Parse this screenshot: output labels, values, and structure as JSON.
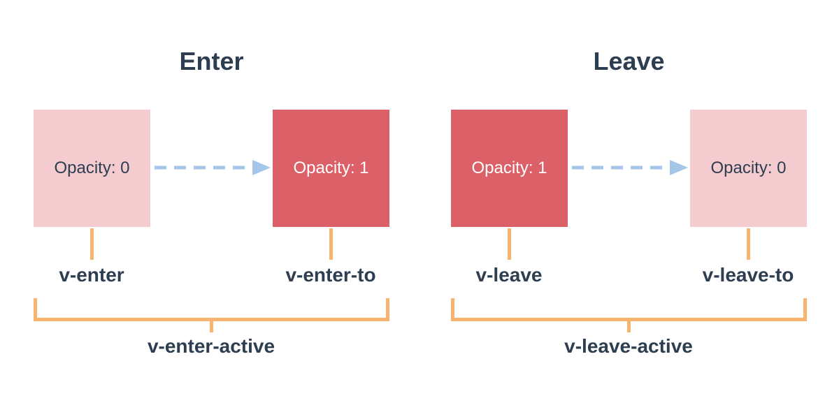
{
  "diagram_title": "Vue transition classes diagram",
  "colors": {
    "navy": "#2c3e50",
    "red": "#dc6067",
    "pink": "#f4cbce",
    "orange": "#f8b46f",
    "blue": "#a6c6e9",
    "bg": "#ffffff"
  },
  "icons": {
    "transition_arrow": "dashed-right-arrow-icon"
  },
  "sections": [
    {
      "id": "enter",
      "title": "Enter",
      "from_box": {
        "label": "Opacity: 0",
        "style": "faded"
      },
      "to_box": {
        "label": "Opacity: 1",
        "style": "solid"
      },
      "from_label": "v-enter",
      "to_label": "v-enter-to",
      "active_label": "v-enter-active"
    },
    {
      "id": "leave",
      "title": "Leave",
      "from_box": {
        "label": "Opacity: 1",
        "style": "solid"
      },
      "to_box": {
        "label": "Opacity: 0",
        "style": "faded"
      },
      "from_label": "v-leave",
      "to_label": "v-leave-to",
      "active_label": "v-leave-active"
    }
  ]
}
